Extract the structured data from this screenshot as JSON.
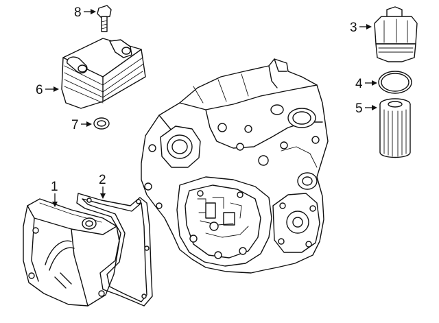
{
  "callouts": [
    {
      "id": "1",
      "part": "transmission-oil-pan"
    },
    {
      "id": "2",
      "part": "oil-pan-gasket"
    },
    {
      "id": "3",
      "part": "oil-filter-housing-cap"
    },
    {
      "id": "4",
      "part": "o-ring-seal"
    },
    {
      "id": "5",
      "part": "oil-filter-element"
    },
    {
      "id": "6",
      "part": "transmission-oil-cooler"
    },
    {
      "id": "7",
      "part": "cooler-seal-ring"
    },
    {
      "id": "8",
      "part": "cooler-bolt"
    }
  ]
}
